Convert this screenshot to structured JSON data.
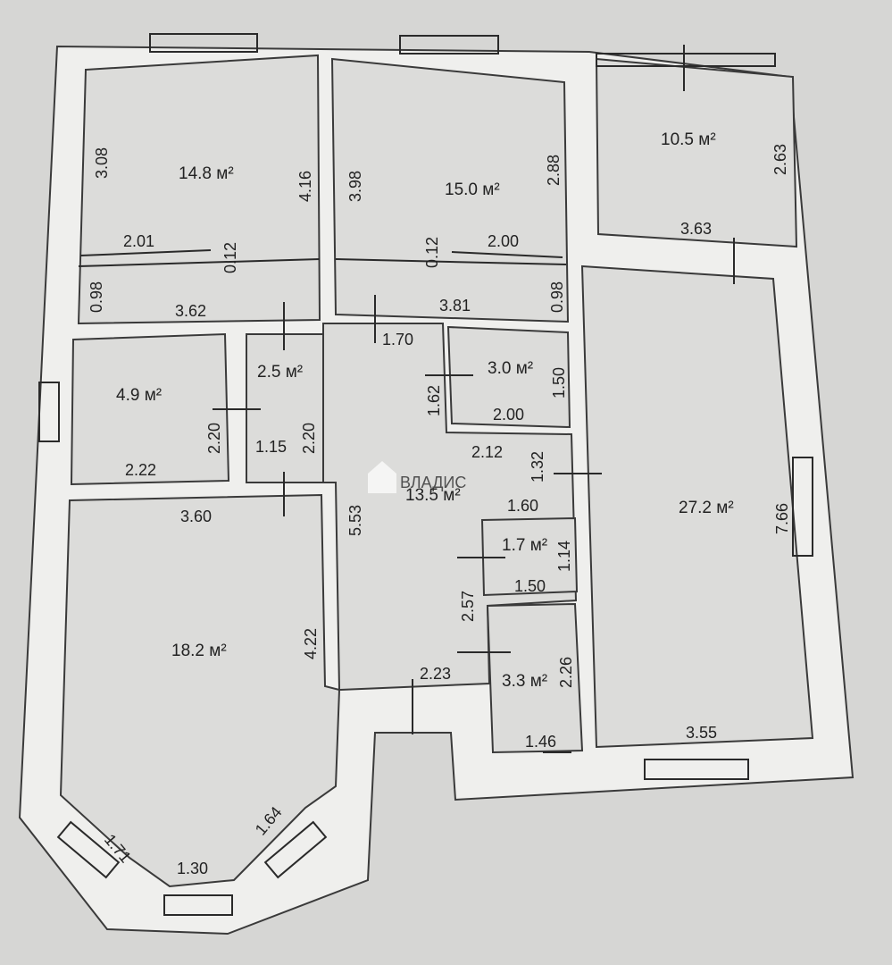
{
  "rooms": [
    {
      "id": "r1",
      "area": "14.8 м²"
    },
    {
      "id": "r2",
      "area": "15.0 м²"
    },
    {
      "id": "r3",
      "area": "10.5 м²"
    },
    {
      "id": "r4",
      "area": "2.5 м²"
    },
    {
      "id": "r5",
      "area": "3.0 м²"
    },
    {
      "id": "r6",
      "area": "4.9 м²"
    },
    {
      "id": "r7",
      "area": "13.5 м²"
    },
    {
      "id": "r8",
      "area": "27.2 м²"
    },
    {
      "id": "r9",
      "area": "1.7 м²"
    },
    {
      "id": "r10",
      "area": "18.2 м²"
    },
    {
      "id": "r11",
      "area": "3.3 м²"
    }
  ],
  "dimensions": [
    "3.08",
    "4.16",
    "2.01",
    "0.12",
    "0.98",
    "3.62",
    "3.98",
    "2.88",
    "0.12",
    "2.00",
    "3.81",
    "0.98",
    "2.63",
    "3.63",
    "1.70",
    "1.50",
    "1.62",
    "2.00",
    "2.20",
    "1.15",
    "2.20",
    "2.22",
    "2.12",
    "1.32",
    "1.60",
    "3.60",
    "5.53",
    "7.66",
    "1.14",
    "1.50",
    "2.57",
    "4.22",
    "2.23",
    "2.26",
    "1.46",
    "3.55",
    "1.71",
    "1.64",
    "1.30"
  ],
  "watermark": "ВЛАДИС"
}
